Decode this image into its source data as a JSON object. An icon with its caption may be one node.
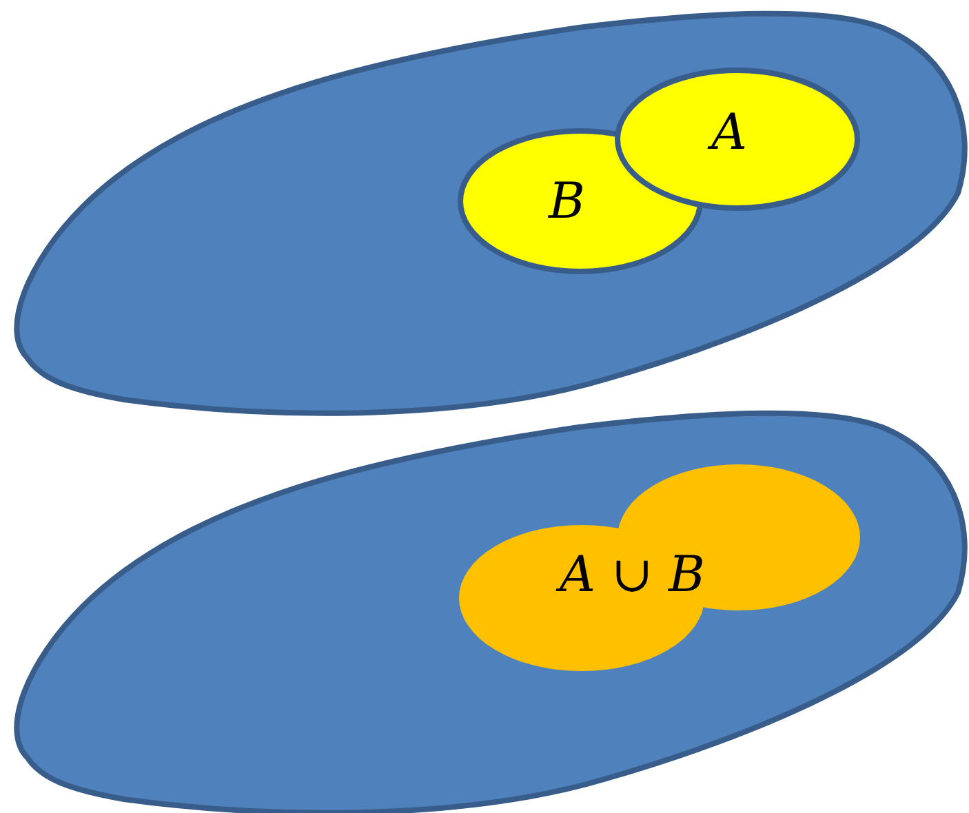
{
  "diagram": {
    "nodes": [
      {
        "text": [],
        "shape": "blob"
      },
      {
        "text": [
          "A"
        ],
        "in": 0
      },
      {
        "text": [
          "B"
        ],
        "in": 0
      },
      {
        "text": [],
        "shape": "blob"
      },
      {
        "text": [
          "A ∪ B"
        ],
        "in": 3
      }
    ],
    "edges": []
  }
}
